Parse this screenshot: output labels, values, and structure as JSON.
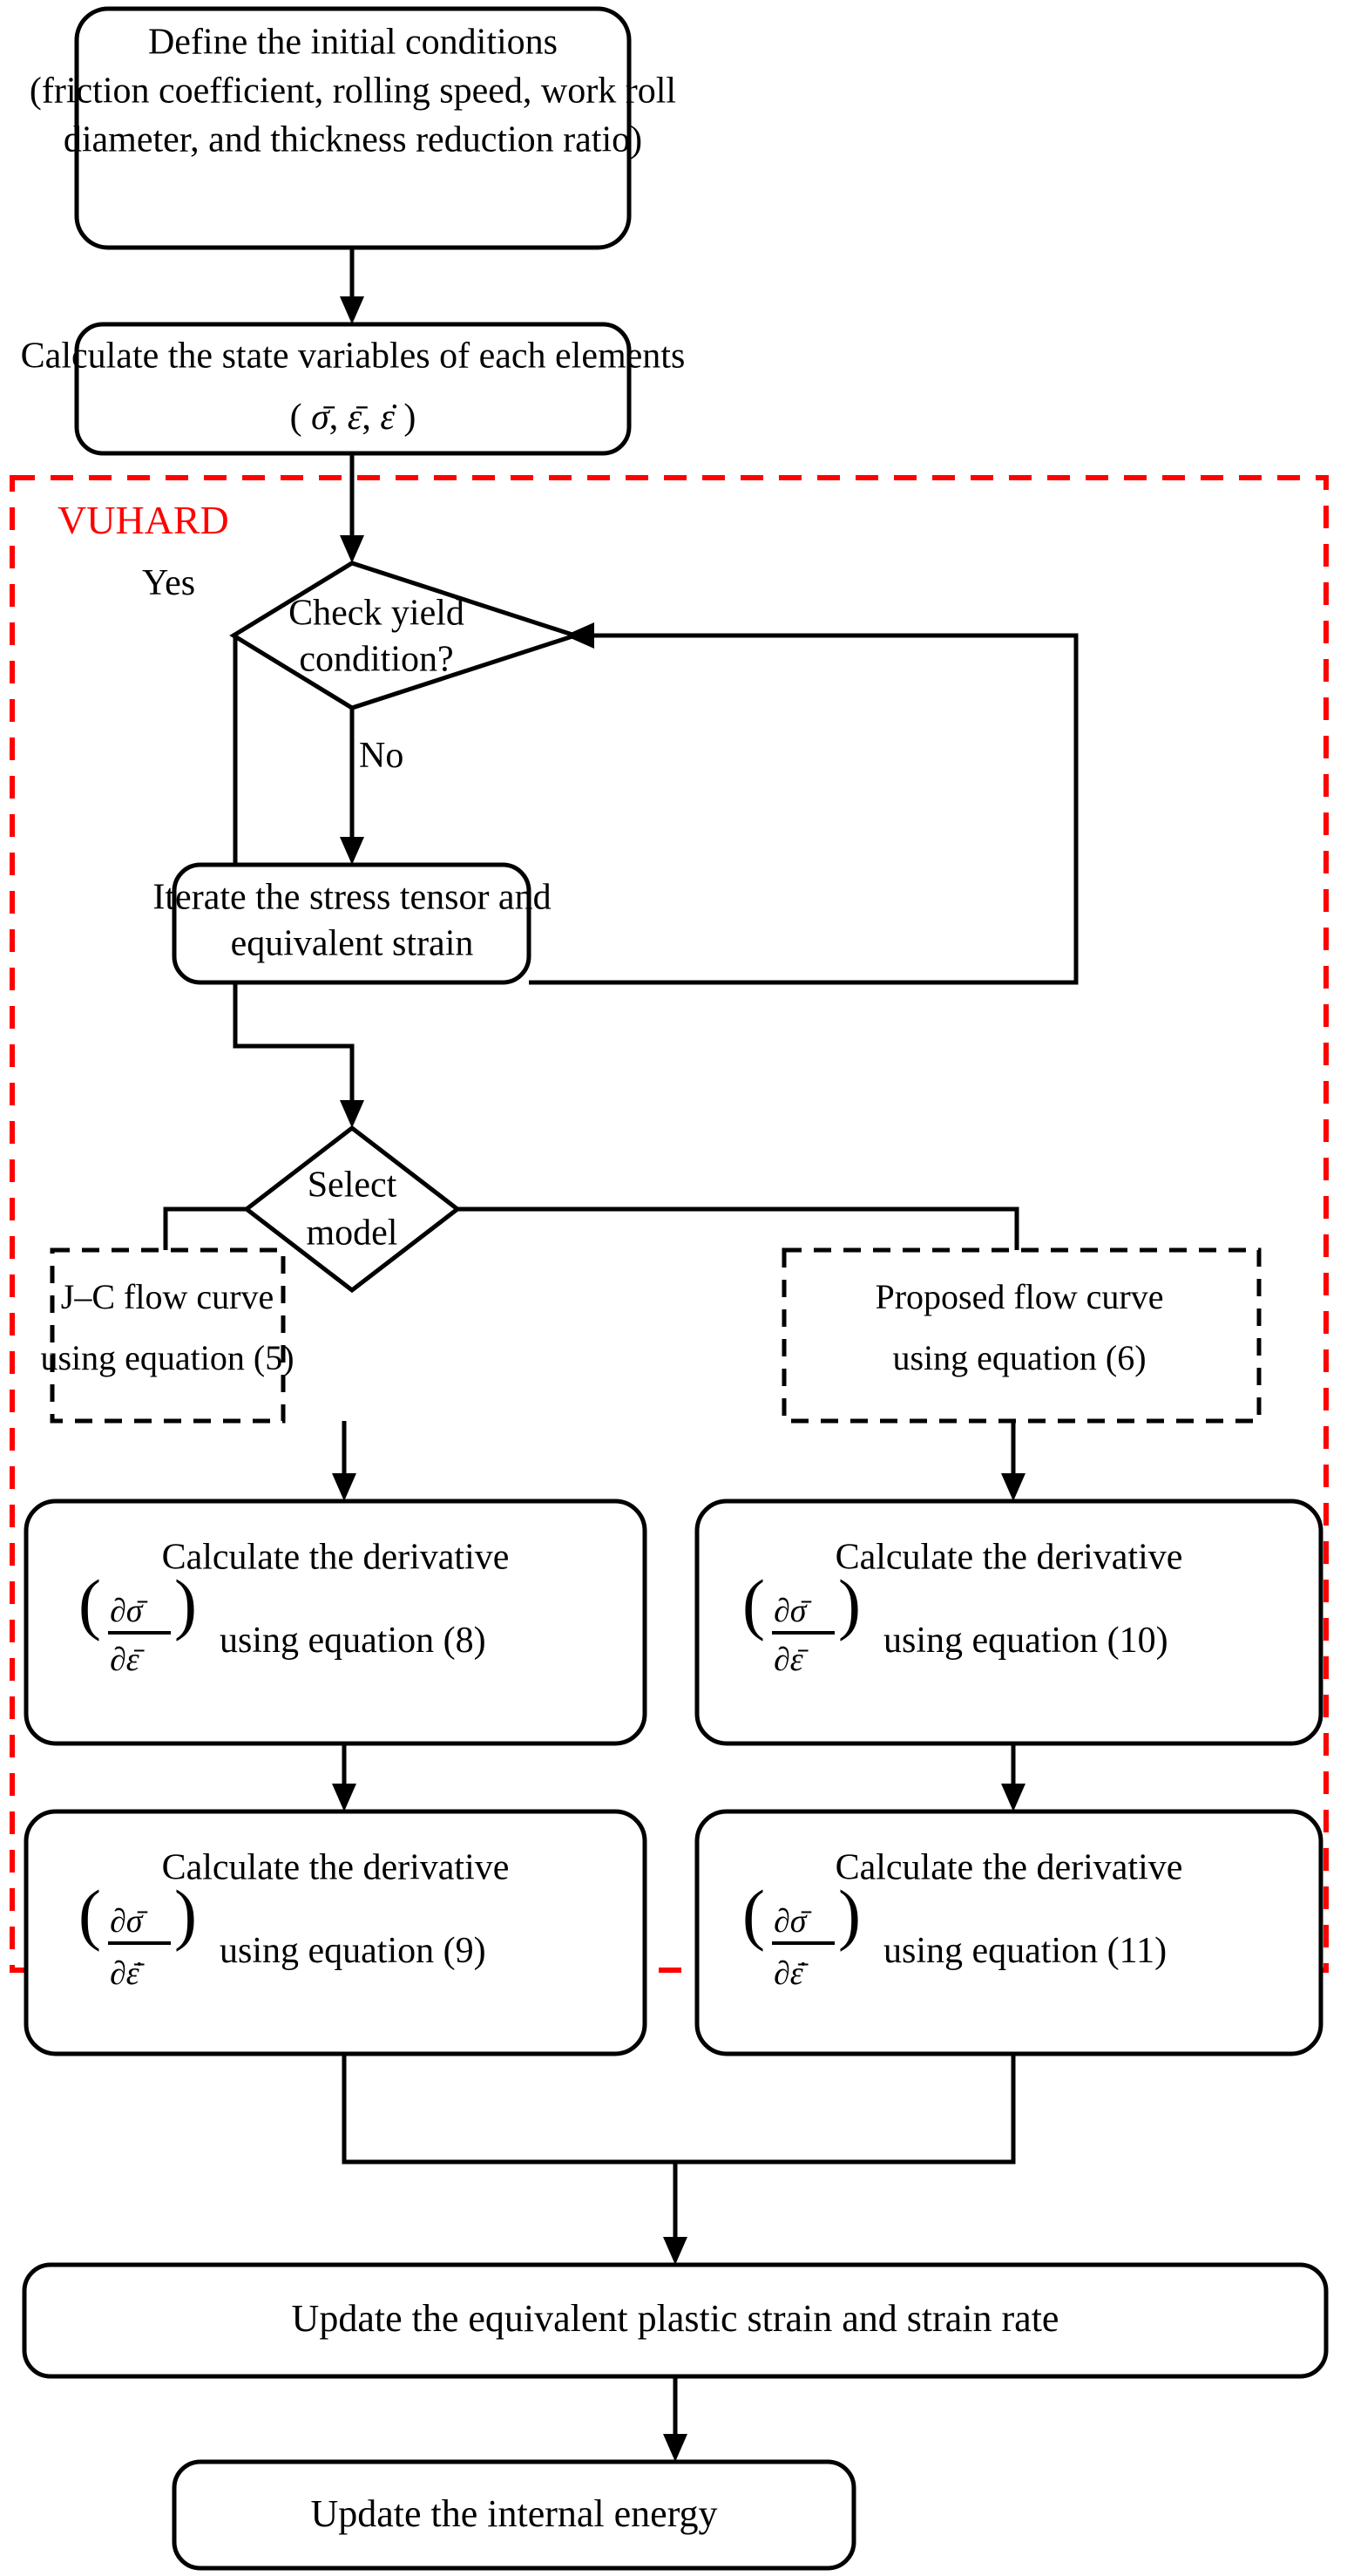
{
  "diagram": {
    "title": "VUHARD subroutine flowchart",
    "type": "flowchart",
    "colors": {
      "region_accent": "#ff0000",
      "line": "#000000",
      "node_fill": "#ffffff",
      "background": "#ffffff"
    },
    "region": {
      "label": "VUHARD",
      "border_style": "dashed",
      "border_color": "#ff0000"
    },
    "nodes": {
      "define_initial": {
        "shape": "rounded-rect",
        "lines": [
          "Define the initial  conditions",
          "(friction coefficient, rolling speed, work roll",
          "diameter, and thickness reduction ratio)"
        ]
      },
      "calc_state": {
        "shape": "rounded-rect",
        "lines": [
          "Calculate the state variables of each elements"
        ],
        "formula_prefix": "( ",
        "formula_sigma": "σ",
        "formula_mid": ", ",
        "formula_eps": "ε",
        "formula_mid2": ", ",
        "formula_epsdot": "ε",
        "formula_suffix": " )"
      },
      "check_yield": {
        "shape": "diamond",
        "lines": [
          "Check yield",
          "condition?"
        ]
      },
      "iterate_stress": {
        "shape": "rounded-rect",
        "lines": [
          "Iterate the stress tensor and",
          "equivalent strain"
        ]
      },
      "select_model": {
        "shape": "diamond",
        "lines": [
          "Select",
          "model"
        ]
      },
      "jc_flow_curve": {
        "shape": "dashed-rect",
        "lines": [
          "J–C flow curve",
          "using equation (5)"
        ]
      },
      "proposed_flow_curve": {
        "shape": "dashed-rect",
        "lines": [
          "Proposed flow curve",
          "using equation (6)"
        ]
      },
      "derivative_eq8": {
        "shape": "rounded-rect",
        "heading": "Calculate the derivative",
        "frac_num_partial": "∂",
        "frac_num_var": "σ",
        "frac_den_partial": "∂",
        "frac_den_var": "ε",
        "tail": "using equation (8)"
      },
      "derivative_eq10": {
        "shape": "rounded-rect",
        "heading": "Calculate the derivative",
        "frac_num_partial": "∂",
        "frac_num_var": "σ",
        "frac_den_partial": "∂",
        "frac_den_var": "ε",
        "tail": "using equation (10)"
      },
      "derivative_eq9": {
        "shape": "rounded-rect",
        "heading": "Calculate the derivative",
        "frac_num_partial": "∂",
        "frac_num_var": "σ",
        "frac_den_partial": "∂",
        "frac_den_var": "ε",
        "tail": "using equation (9)"
      },
      "derivative_eq11": {
        "shape": "rounded-rect",
        "heading": "Calculate the derivative",
        "frac_num_partial": "∂",
        "frac_num_var": "σ",
        "frac_den_partial": "∂",
        "frac_den_var": "ε",
        "tail": "using equation (11)"
      },
      "update_strain": {
        "shape": "rounded-rect",
        "lines": [
          "Update the equivalent plastic strain and strain rate"
        ]
      },
      "update_energy": {
        "shape": "rounded-rect",
        "lines": [
          "Update the internal energy"
        ]
      }
    },
    "edge_labels": {
      "yes": "Yes",
      "no": "No"
    }
  }
}
